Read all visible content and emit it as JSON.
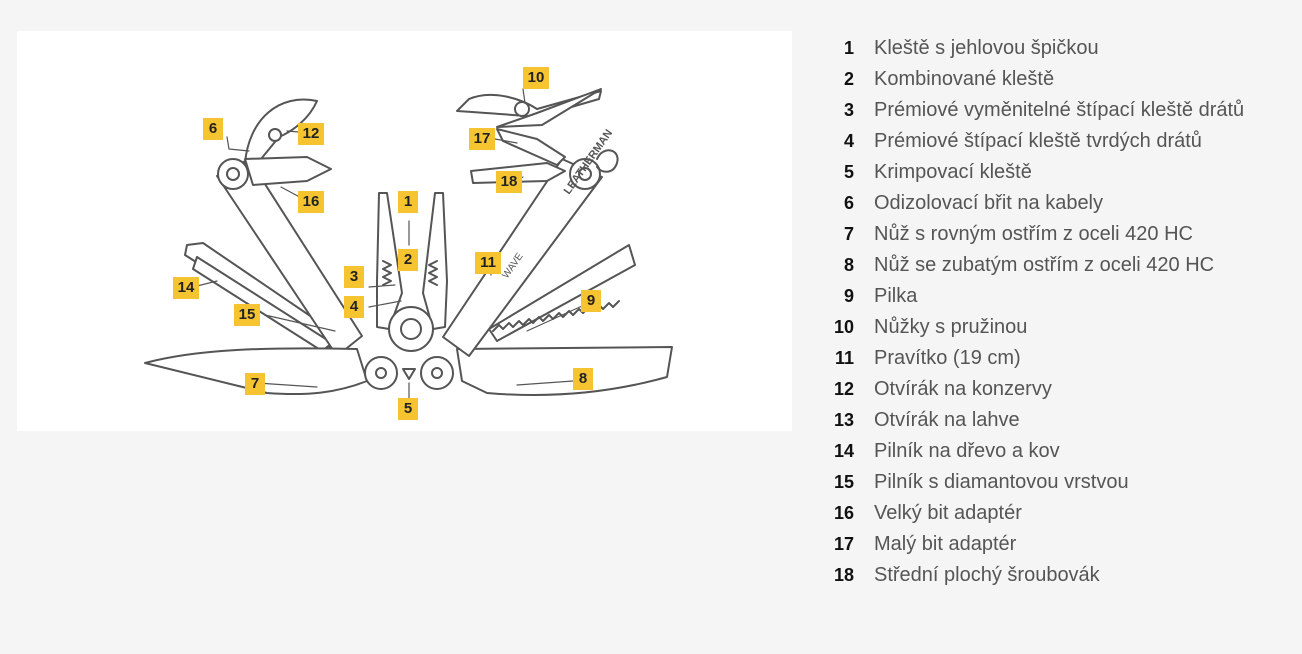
{
  "diagram": {
    "brand_text": "LEATHERMAN",
    "model_text": "WAVE",
    "colors": {
      "callout": "#f6c430",
      "outline": "#555555"
    },
    "callouts": [
      "1",
      "2",
      "3",
      "4",
      "5",
      "6",
      "7",
      "8",
      "9",
      "10",
      "11",
      "12",
      "14",
      "15",
      "16",
      "17",
      "18"
    ]
  },
  "legend": [
    {
      "num": "1",
      "label": "Kleště s jehlovou špičkou"
    },
    {
      "num": "2",
      "label": "Kombinované kleště"
    },
    {
      "num": "3",
      "label": "Prémiové vyměnitelné štípací kleště drátů"
    },
    {
      "num": "4",
      "label": "Prémiové štípací kleště tvrdých drátů"
    },
    {
      "num": "5",
      "label": "Krimpovací kleště"
    },
    {
      "num": "6",
      "label": "Odizolovací břit na kabely"
    },
    {
      "num": "7",
      "label": "Nůž s rovným ostřím z oceli 420 HC"
    },
    {
      "num": "8",
      "label": "Nůž se zubatým ostřím z oceli 420 HC"
    },
    {
      "num": "9",
      "label": "Pilka"
    },
    {
      "num": "10",
      "label": "Nůžky s pružinou"
    },
    {
      "num": "11",
      "label": "Pravítko (19 cm)"
    },
    {
      "num": "12",
      "label": "Otvírák na konzervy"
    },
    {
      "num": "13",
      "label": "Otvírák na lahve"
    },
    {
      "num": "14",
      "label": "Pilník na dřevo a kov"
    },
    {
      "num": "15",
      "label": "Pilník s diamantovou vrstvou"
    },
    {
      "num": "16",
      "label": "Velký bit adaptér"
    },
    {
      "num": "17",
      "label": "Malý bit adaptér"
    },
    {
      "num": "18",
      "label": "Střední plochý šroubovák"
    }
  ]
}
